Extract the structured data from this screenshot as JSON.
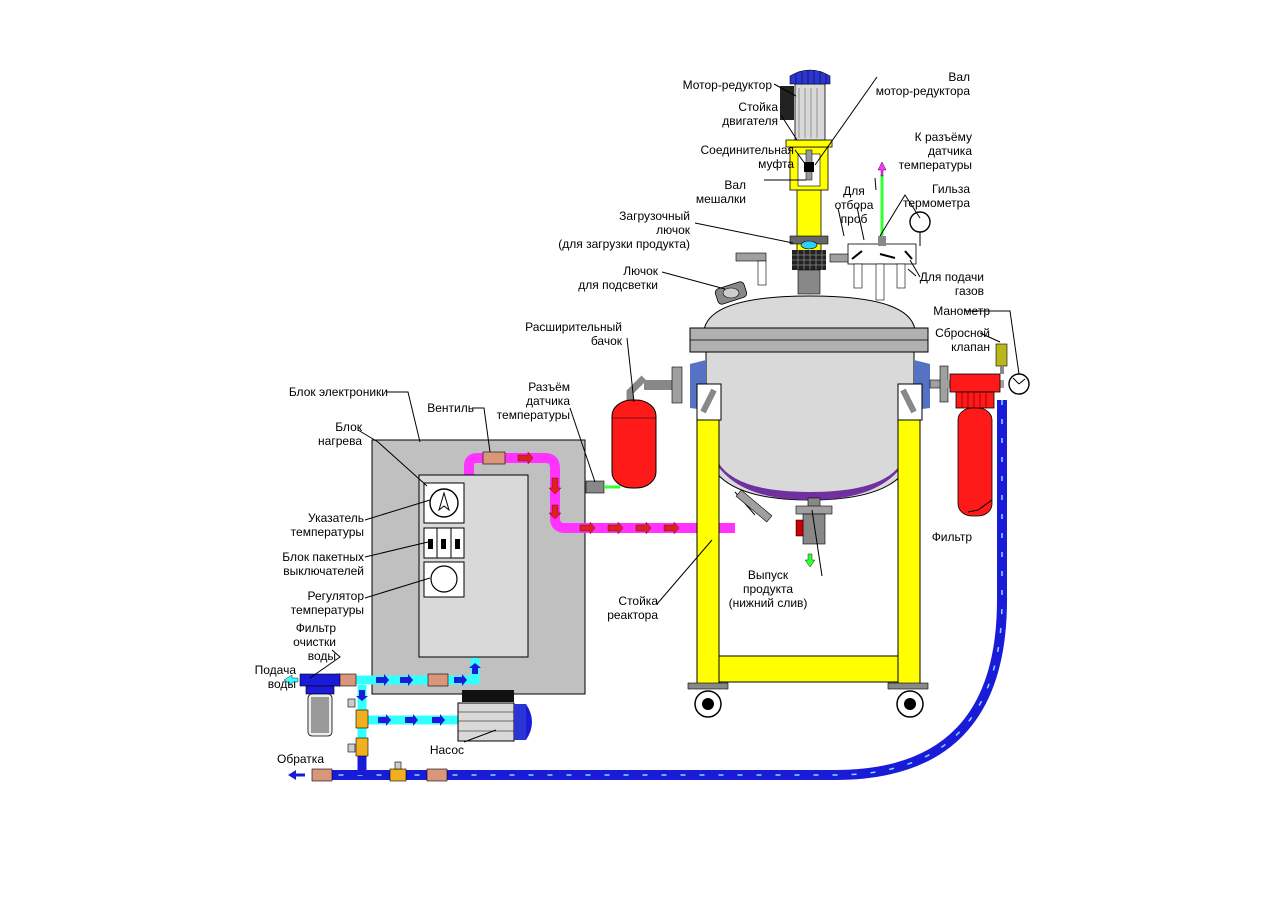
{
  "labels": {
    "motor_reducer": "Мотор-редуктор",
    "motor_shaft": "Вал\nмотор-редуктора",
    "motor_stand": "Стойка\nдвигателя",
    "coupling": "Соединительная\nмуфта",
    "temp_sensor_connector": "К разъёму\nдатчика\nтемпературы",
    "sampling": "Для\nотбора\nпроб",
    "thermometer_sleeve": "Гильза\nтермометра",
    "stirrer_shaft": "Вал\nмешалки",
    "loading_hatch": "Загрузочный\nлючок\n(для загрузки продукта)",
    "gas_supply": "Для подачи\nгазов",
    "light_hatch": "Лючок\nдля подсветки",
    "manometer": "Манометр",
    "relief_valve": "Сбросной\nклапан",
    "expansion_tank": "Расширительный\nбачок",
    "temp_sensor_socket": "Разъём\nдатчика\nтемпературы",
    "electronics_block": "Блок электроники",
    "valve": "Вентиль",
    "heating_block": "Блок\nнагрева",
    "filter": "Фильтр",
    "temp_indicator": "Указатель\nтемпературы",
    "switch_block": "Блок пакетных\nвыключателей",
    "product_outlet": "Выпуск\nпродукта\n(нижний слив)",
    "temp_regulator": "Регулятор\nтемпературы",
    "reactor_stand": "Стойка\nреактора",
    "water_filter": "Фильтр\nочистки\nводы",
    "water_supply": "Подача\nводы",
    "pump": "Насос",
    "return": "Обратка"
  },
  "colors": {
    "vessel": "#d9d9d9",
    "jacket": "#7030a0",
    "stand": "#ffff00",
    "heating_pipe": "#ff33ff",
    "water_pipe": "#33ffff",
    "return_pipe": "#1a1ad9",
    "tank": "#ff1a1a",
    "panel": "#c0c0c0",
    "valve": "#d9967a",
    "sensor_wire": "#33ff33",
    "motor": "#2b35d4"
  }
}
